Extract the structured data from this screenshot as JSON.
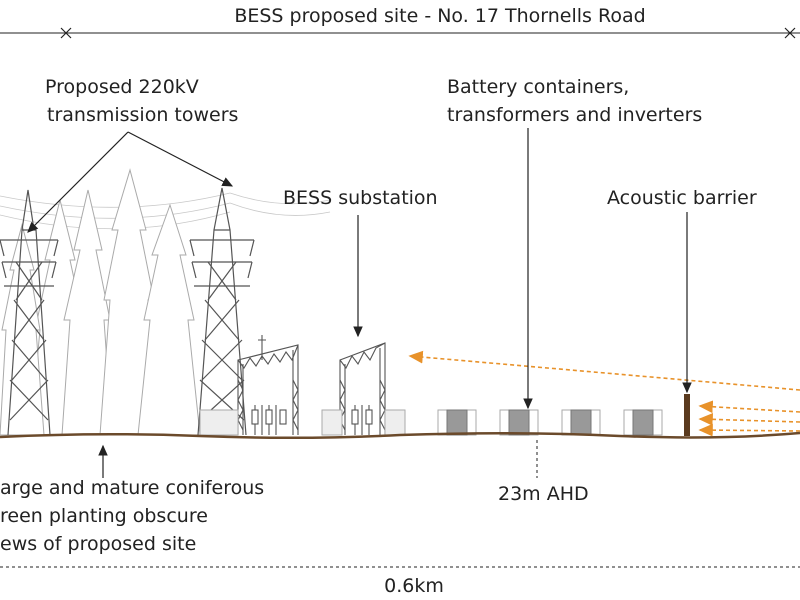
{
  "title": "BESS proposed site - No. 17 Thornells Road",
  "labels": {
    "towers": [
      "Proposed 220kV",
      "transmission towers"
    ],
    "battery": [
      "Battery containers,",
      "transformers and inverters"
    ],
    "substation": "BESS substation",
    "barrier": "Acoustic barrier",
    "planting": [
      "arge and mature coniferous",
      "reen planting obscure",
      "ews of proposed site"
    ],
    "elevation": "23m AHD",
    "distance": "0.6km"
  },
  "colors": {
    "ground": "#6b4a2b",
    "sightline": "#e8922a",
    "barrier": "#5a3a1e",
    "container": "#999999",
    "text": "#222222"
  }
}
